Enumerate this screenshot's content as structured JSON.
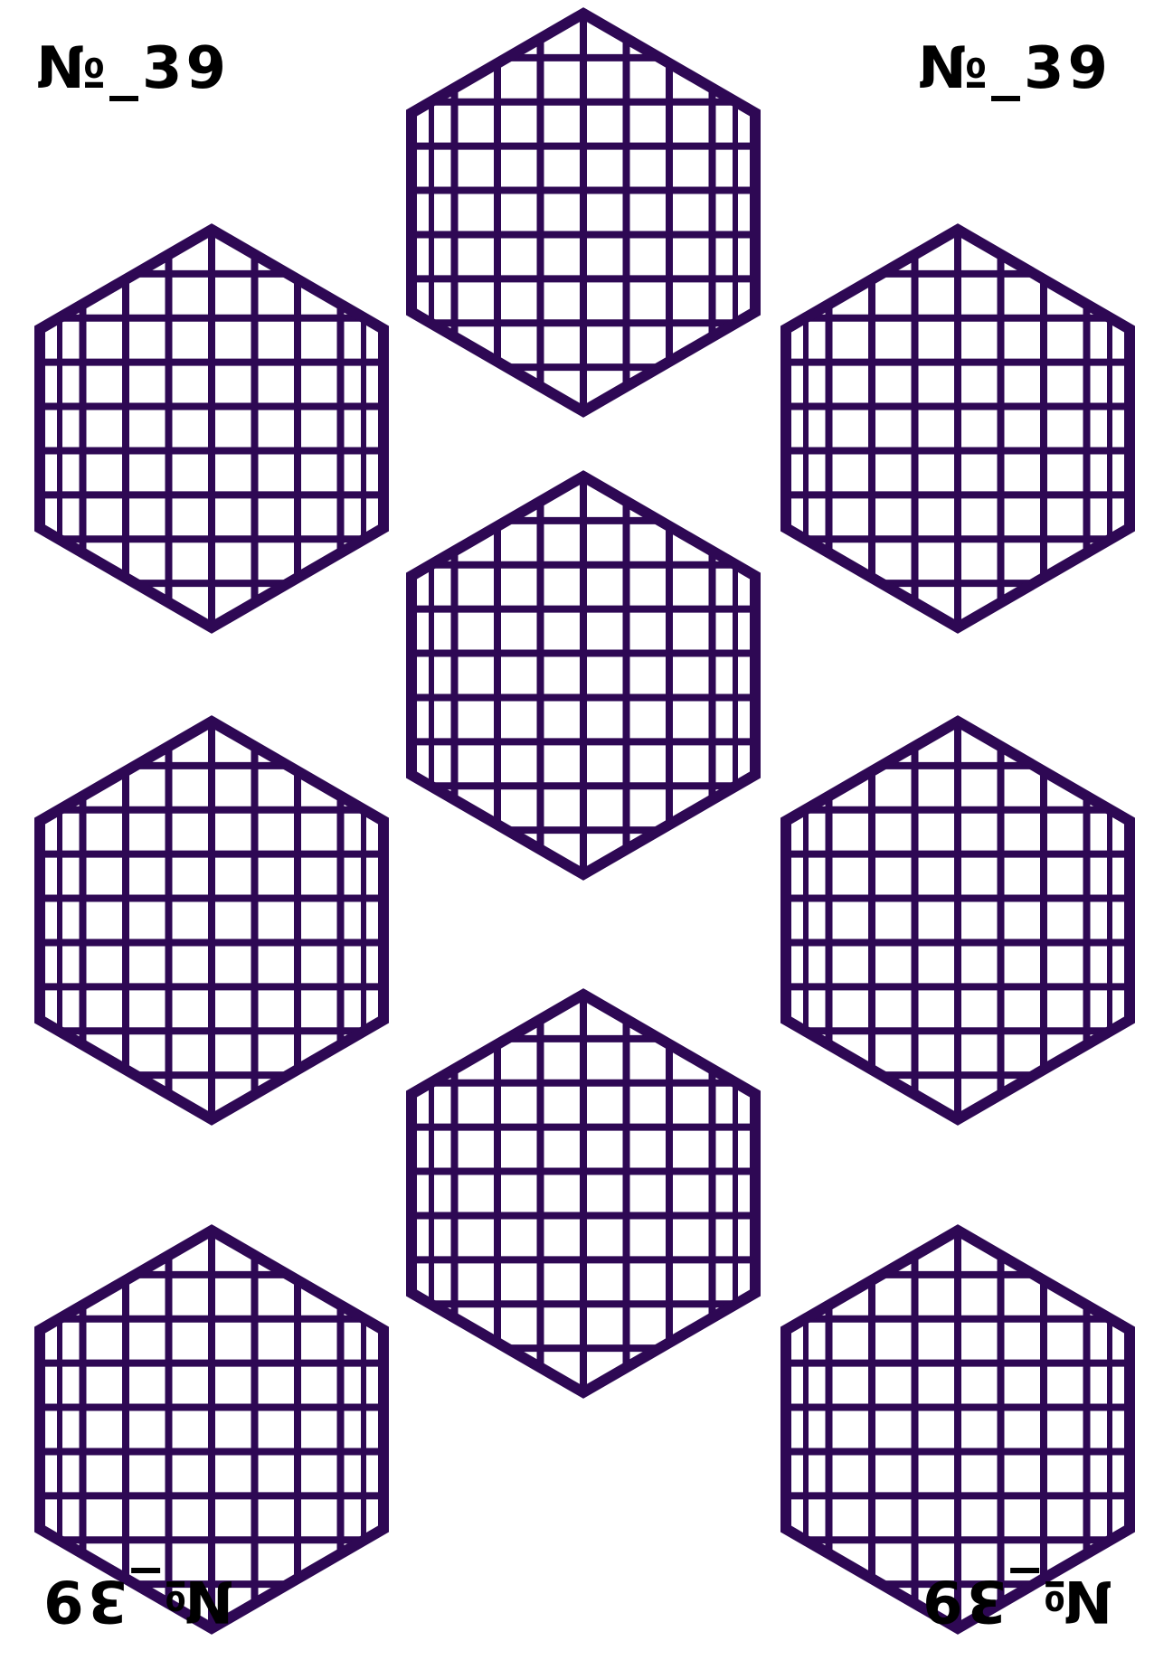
{
  "sheet": {
    "labels": {
      "top_left": "№_39",
      "top_right": "№_39",
      "bottom_left": "№_39",
      "bottom_right": "№_39"
    },
    "hexagon_count": 9,
    "grid_lines_per_direction": 8
  },
  "colors": {
    "background": "#ffffff",
    "hex_stroke": "#2e0854",
    "label_text": "#000000"
  }
}
